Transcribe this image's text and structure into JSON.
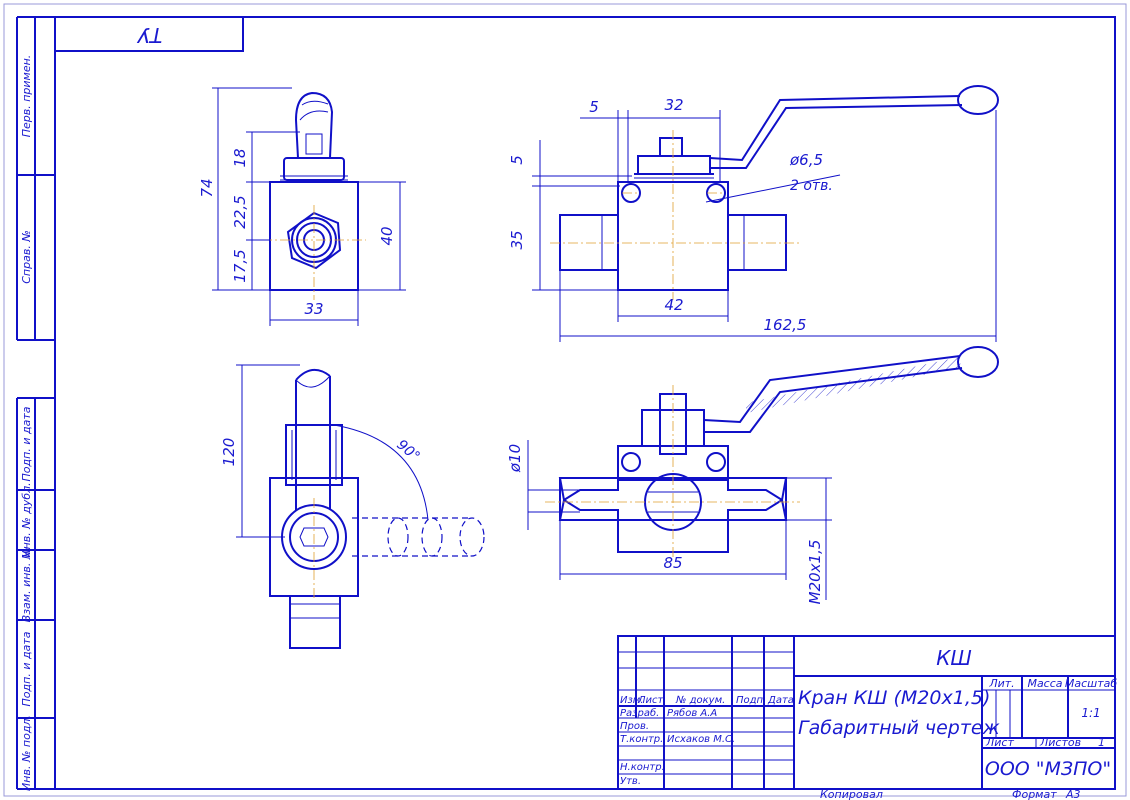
{
  "corner_box": {
    "label": "ТУ"
  },
  "side_strip": {
    "labels": [
      "Перв. примен.",
      "Справ. №",
      "Подп. и дата",
      "Инв. № дубл.",
      "Взам. инв. №",
      "Подп. и дата",
      "Инв. № подл."
    ]
  },
  "dimensions": {
    "front": {
      "overall_height": "74",
      "top": "18",
      "mid": "22,5",
      "bottom": "17,5",
      "body_height": "40",
      "width": "33"
    },
    "side": {
      "flange": "5",
      "top_width": "32",
      "cap": "5",
      "body": "35",
      "hole_dia": "ø6,5",
      "hole_count": "2 отв.",
      "body_width": "42",
      "overall_length": "162,5"
    },
    "plan": {
      "handle_length": "120",
      "angle": "90°"
    },
    "section": {
      "bore": "ø10",
      "length": "85",
      "thread": "M20x1,5"
    }
  },
  "title_block": {
    "designation": "КШ",
    "name_line1": "Кран КШ (M20x1,5)",
    "name_line2": "Габаритный чертеж",
    "col_headers": [
      "Изм.",
      "Лист",
      "№ докум.",
      "Подп.",
      "Дата"
    ],
    "roles": [
      {
        "role": "Разраб.",
        "person": "Рябов А.А"
      },
      {
        "role": "Пров.",
        "person": ""
      },
      {
        "role": "Т.контр.",
        "person": "Исхаков М.С."
      },
      {
        "role": "Н.контр.",
        "person": ""
      },
      {
        "role": "Утв.",
        "person": ""
      }
    ],
    "lit_label": "Лит.",
    "mass_label": "Масса",
    "scale_label": "Масштаб",
    "scale_value": "1:1",
    "sheet_label": "Лист",
    "sheets_label": "Листов",
    "sheets_value": "1",
    "company": "ООО \"МЗПО\""
  },
  "footer": {
    "copied": "Копировал",
    "format_label": "Формат",
    "format_value": "А3"
  }
}
